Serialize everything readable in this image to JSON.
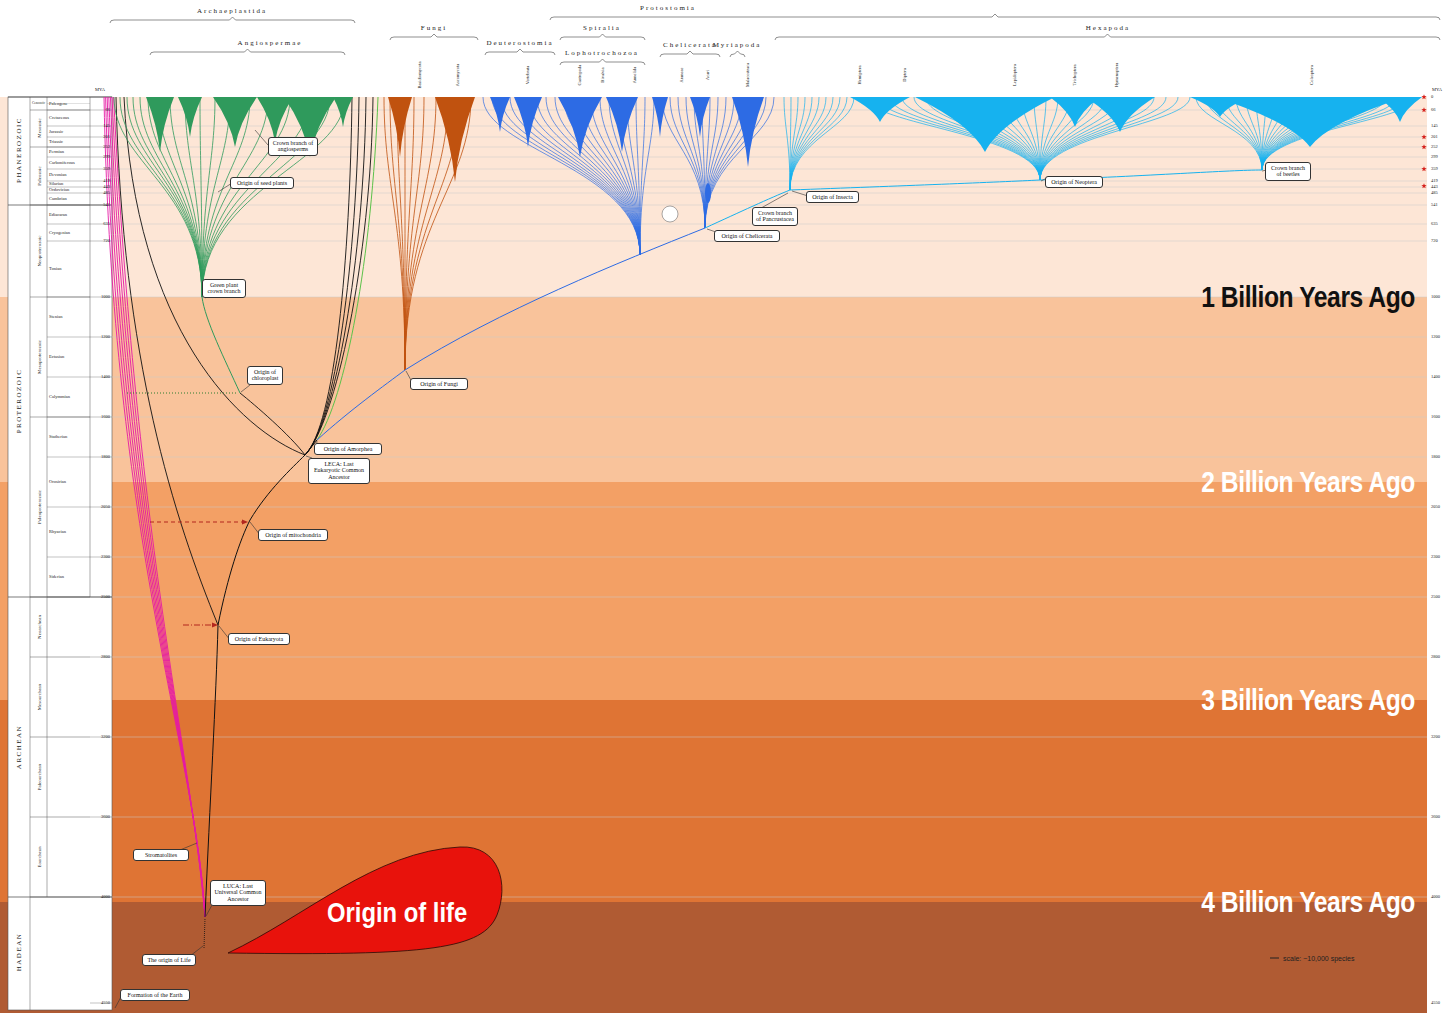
{
  "diagram": {
    "nodes": [
      {
        "text": [
          "Crown branch of angiosperms"
        ]
      },
      {
        "text": [
          "Crown branch of beetles"
        ]
      },
      {
        "text": [
          "Origin of Neoptera"
        ]
      },
      {
        "text": [
          "Origin of seed plants"
        ]
      },
      {
        "text": [
          "Origin of Insecta"
        ]
      },
      {
        "text": [
          "Crown branch of Pancrustacea"
        ]
      },
      {
        "text": [
          "Origin of Chelicerata"
        ]
      },
      {
        "text": [
          "Green plant crown branch"
        ]
      },
      {
        "text": [
          "Origin of chloroplast"
        ]
      },
      {
        "text": [
          "Origin of Fungi"
        ]
      },
      {
        "text": [
          "Origin of Amorphea"
        ]
      },
      {
        "text": [
          "LECA: Last Eukaryotic Common Ancestor"
        ]
      },
      {
        "text": [
          "Origin of mitochondria"
        ]
      },
      {
        "text": [
          "Origin of Eukaryota"
        ]
      },
      {
        "text": [
          "Stromatolites"
        ]
      },
      {
        "text": [
          "LUCA: Last Universal Common Ancestor"
        ]
      },
      {
        "text": [
          "Origin of life"
        ]
      },
      {
        "text": [
          "The origin of Life"
        ]
      },
      {
        "text": [
          "Formation of the Earth"
        ]
      }
    ],
    "labels": [
      "Archaeplastida",
      "Angiospermae",
      "Fungi",
      "Protostomia",
      "Deuterostomia",
      "Spiralia",
      "Lophotrochozoa",
      "Chelicerata",
      "Myriapoda",
      "Hexapoda",
      "Vertebrata",
      "Gastropoda",
      "Bivalvia",
      "Annelida",
      "Araneae",
      "Acari",
      "Malacostraca",
      "Hemiptera",
      "Diptera",
      "Lepidoptera",
      "Trichoptera",
      "Hymenoptera",
      "Coleoptera",
      "Ascomycota",
      "Basidiomycota",
      "MYA",
      "MYA",
      "PHANEROZOIC",
      "PROTEROZOIC",
      "ARCHEAN",
      "HADEAN",
      "Cenozoic",
      "Mesozoic",
      "Paleozoic",
      "Neoproterozoic",
      "Mesoproterozoic",
      "Paleoproterozoic",
      "Neoarchean",
      "Mesoarchean",
      "Paleoarchean",
      "Eoarchean",
      "Paleogene",
      "Cretaceous",
      "Jurassic",
      "Triassic",
      "Permian",
      "Carboniferous",
      "Devonian",
      "Silurian",
      "Ordovician",
      "Cambrian",
      "Ediacaran",
      "Cryogenian",
      "Tonian",
      "Stenian",
      "Ectasian",
      "Calymmian",
      "Statherian",
      "Orosirian",
      "Rhyacian",
      "Siderian",
      "66",
      "145",
      "201",
      "252",
      "299",
      "359",
      "419",
      "443",
      "485",
      "541",
      "635",
      "720",
      "1000",
      "1200",
      "1400",
      "1600",
      "1800",
      "2050",
      "2300",
      "2500",
      "2800",
      "3200",
      "3600",
      "4000",
      "4550",
      "0",
      "66",
      "145",
      "201",
      "252",
      "299",
      "359",
      "419",
      "443",
      "485",
      "541",
      "635",
      "720",
      "1000",
      "1200",
      "1400",
      "1600",
      "1800",
      "2050",
      "2300",
      "2500",
      "2800",
      "3200",
      "3600",
      "4000",
      "4550",
      "1 Billion Years Ago",
      "2 Billion Years Ago",
      "3 Billion Years Ago",
      "4 Billion Years Ago"
    ],
    "legend": [
      {
        "text": "scale: ~10,000 species"
      }
    ]
  }
}
